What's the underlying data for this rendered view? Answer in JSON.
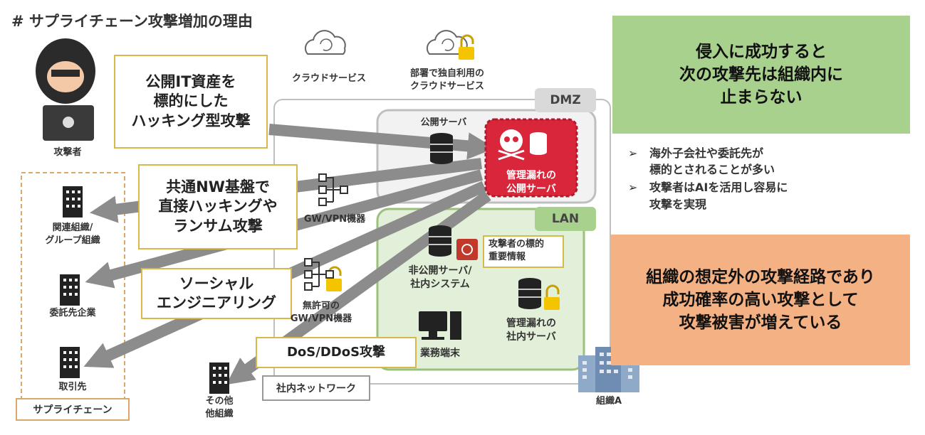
{
  "title": "# サプライチェーン攻撃増加の理由",
  "actors": {
    "attacker": "攻撃者",
    "related_org": [
      "関連組織/",
      "グループ組織"
    ],
    "contractor": "委託先企業",
    "supplier": "取引先",
    "supply_chain": "サプライチェーン",
    "other_org": [
      "その他",
      "他組織"
    ],
    "org_a": "組織A"
  },
  "attacks": {
    "hacking": [
      "公開IT資産を",
      "標的にした",
      "ハッキング型攻撃"
    ],
    "nw": [
      "共通NW基盤で",
      "直接ハッキングや",
      "ランサム攻撃"
    ],
    "social": [
      "ソーシャル",
      "エンジニアリング"
    ],
    "ddos": "DoS/DDoS攻撃"
  },
  "cloud": {
    "service": "クラウドサービス",
    "dept": [
      "部署で独自利用の",
      "クラウドサービス"
    ]
  },
  "network": {
    "dmz": "DMZ",
    "lan": "LAN",
    "internal_network": "社内ネットワーク",
    "public_server": "公開サーバ",
    "leaky_public": [
      "管理漏れの",
      "公開サーバ"
    ],
    "gw_vpn": "GW/VPN機器",
    "unauth_gw": [
      "無許可の",
      "GW/VPN機器"
    ],
    "private_server": [
      "非公開サーバ/",
      "社内システム"
    ],
    "target_info": [
      "攻撃者の標的",
      "重要情報"
    ],
    "leaky_internal": [
      "管理漏れの",
      "社内サーバ"
    ],
    "terminal": "業務端末"
  },
  "panels": {
    "green": [
      "侵入に成功すると",
      "次の攻撃先は組織内に",
      "止まらない"
    ],
    "bullets": [
      [
        "海外子会社や委託先が",
        "標的とされることが多い"
      ],
      [
        "攻撃者はAIを活用し容易に",
        "攻撃を実現"
      ]
    ],
    "orange": [
      "組織の想定外の攻撃経路であり",
      "成功確率の高い攻撃として",
      "攻撃被害が増えている"
    ]
  },
  "colors": {
    "green_panel": "#a9d18e",
    "orange_panel": "#f4b183",
    "lan_fill": "#e2f0d9",
    "lan_border": "#9bc17a",
    "alert_red": "#d9263a",
    "arrow_gray": "#8c8c8c",
    "box_gold": "#d7b84a"
  }
}
